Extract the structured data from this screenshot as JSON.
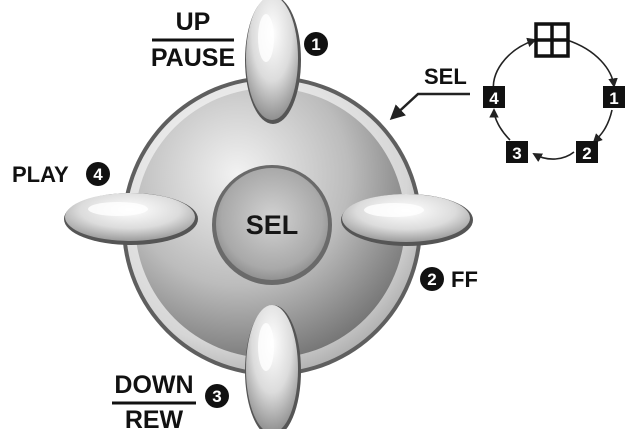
{
  "controls": {
    "center_label": "SEL",
    "up": {
      "number": "1",
      "top": "UP",
      "bottom": "PAUSE"
    },
    "right": {
      "number": "2",
      "label": "FF"
    },
    "down": {
      "number": "3",
      "top": "DOWN",
      "bottom": "REW"
    },
    "left": {
      "number": "4",
      "label": "PLAY"
    }
  },
  "sel_callout": {
    "label": "SEL"
  },
  "cycle": {
    "icon": "quad-split-icon",
    "steps": [
      "1",
      "2",
      "3",
      "4"
    ]
  },
  "colors": {
    "ink": "#111111",
    "dial_dark": "#7a7a7a",
    "dial_light": "#e8e8e8",
    "button_light": "#f8f8f8",
    "button_dark": "#9a9a9a"
  }
}
